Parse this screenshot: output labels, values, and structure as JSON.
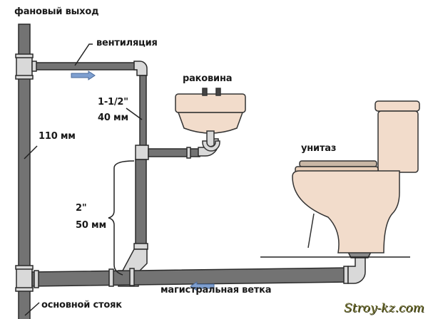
{
  "labels": {
    "vent_outlet": "фановый выход",
    "ventilation": "вентиляция",
    "sink": "раковина",
    "size_40_inch": "1-1/2\"",
    "size_40_mm": "40 мм",
    "size_110": "110 мм",
    "toilet": "унитаз",
    "size_50_inch": "2\"",
    "size_50_mm": "50 мм",
    "main_branch": "магистральная ветка",
    "main_riser": "основной стояк"
  },
  "watermark": "Stroy-kz.com",
  "colors": {
    "pipe": "#737373",
    "fitting": "#d9d9d9",
    "ceramic": "#f2dccb",
    "arrow": "#7e9fd0"
  }
}
